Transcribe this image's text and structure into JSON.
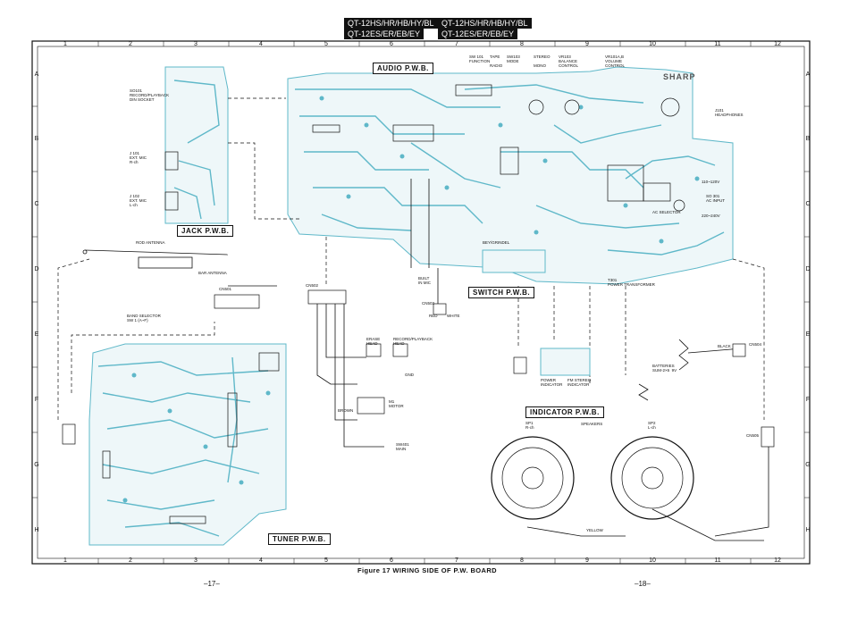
{
  "header": {
    "model_left_1": "QT-12HS/HR/HB/HY/BL",
    "model_left_2": "QT-12ES/ER/EB/EY",
    "model_right_1": "QT-12HS/HR/HB/HY/BL",
    "model_right_2": "QT-12ES/ER/EB/EY"
  },
  "grid": {
    "columns": [
      "1",
      "2",
      "3",
      "4",
      "5",
      "6",
      "7",
      "8",
      "9",
      "10",
      "11",
      "12"
    ],
    "rows": [
      "A",
      "B",
      "C",
      "D",
      "E",
      "F",
      "G",
      "H"
    ]
  },
  "boards": {
    "audio": "AUDIO P.W.B.",
    "jack": "JACK P.W.B.",
    "tuner": "TUNER P.W.B.",
    "switch": "SWITCH P.W.B.",
    "indicator": "INDICATOR P.W.B."
  },
  "labels": {
    "brand": "SHARP",
    "j101": "J101\nHEADPHONES",
    "sw301_volt": "110~120V",
    "ac_input": "SO 301\nAC INPUT",
    "volt_220": "220~240V",
    "ac_selector": "AC SELECTOR",
    "power_transformer": "T301\nPOWER TRANSFORMER",
    "socket": "SO101\nRECORD/PLAYBACK\nDIN SOCKET",
    "j101_ext": "J 101\nEXT. MIC\nR-ch",
    "j102_ext": "J 102\nEXT. MIC\nL-ch",
    "rod_antenna": "ROD ANTENNA",
    "bar_antenna": "BAR ANTENNA",
    "band_selector": "BAND SELECTOR\nSW 1 (A~F)",
    "sw_function": "SW 101\nFUNCTION",
    "tape": "TAPE",
    "radio": "RADIO",
    "sw_mode": "SW103\nMODE",
    "stereo": "STEREO",
    "mono": "MONO",
    "balance": "VR103\nBALANCE\nCONTROL",
    "volume": "VR101A,B\nVOLUME\nCONTROL",
    "built_in_mic": "BUILT\nIN MIC",
    "beyblinder": "BEY/GRINDEL",
    "erase_head": "ERASE\nHEAD",
    "rec_head": "RECORD/PLAYBACK\nHEAD",
    "motor": "M1\nMOTOR",
    "sw_main": "SW401\nMAIN",
    "batteries": "BATTERIES\nSUM-2×6  9V",
    "power_ind": "POWER\nINDICATOR",
    "fm_stereo": "FM STEREO\nINDICATOR",
    "speakers": "SPEAKERS",
    "sp1": "SP1\nR-ch",
    "sp2": "SP2\nL-ch",
    "cn501": "CN501",
    "cn502": "CN502",
    "cn503": "CN503",
    "cn504": "CN504",
    "cn505": "CN505",
    "black": "BLACK",
    "red": "RED",
    "white": "WHITE",
    "brown": "BROWN",
    "yellow": "YELLOW",
    "gnd": "GND"
  },
  "caption": "Figure 17  WIRING SIDE OF P.W. BOARD",
  "page_left": "–17–",
  "page_right": "–18–",
  "colors": {
    "trace": "#5fb8c9",
    "ink": "#111111",
    "board": "#e8f4f6"
  }
}
